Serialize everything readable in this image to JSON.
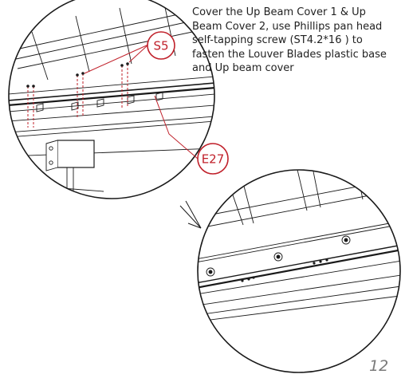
{
  "instruction": {
    "lines": [
      "Cover the Up Beam Cover 1 & Up",
      "Beam Cover 2, use Phillips pan head",
      "self-tapping screw (ST4.2*16 ) to",
      "fasten the Louver Blades plastic base",
      "and Up beam cover"
    ]
  },
  "callouts": {
    "s5": "S5",
    "e27": "E27"
  },
  "page": {
    "number": "12"
  },
  "colors": {
    "callout": "#c0202a",
    "line": "#1a1a1a",
    "text": "#222222",
    "page_number": "#7a7a7a"
  }
}
